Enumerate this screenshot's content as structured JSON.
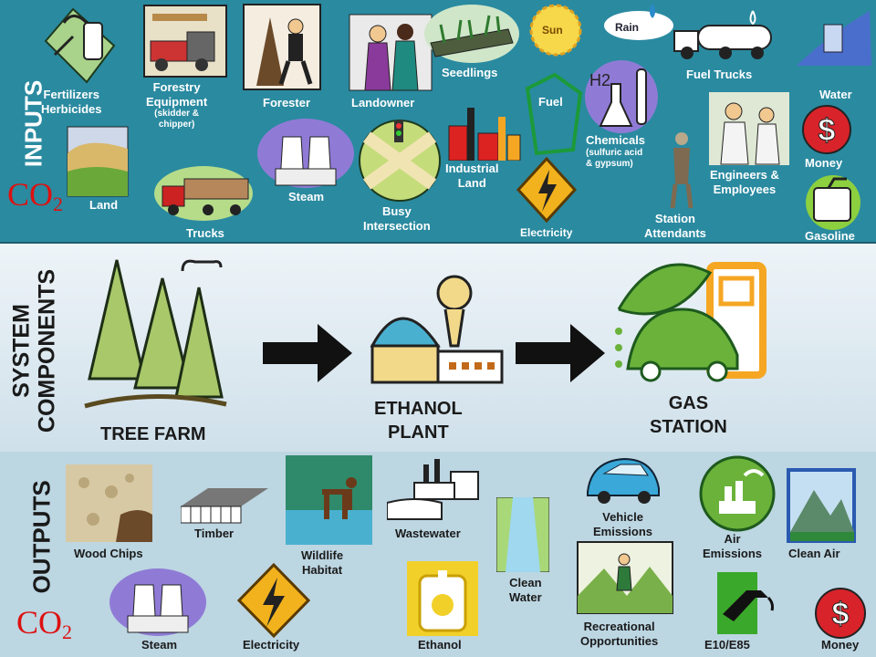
{
  "colors": {
    "inputs_bg": "#2a8aa0",
    "outputs_bg": "#bcd6e2",
    "co2": "#dd1111"
  },
  "inputs": {
    "section_title": "INPUTS",
    "co2_main": "CO",
    "co2_sub": "2",
    "fertilizers": "Fertilizers",
    "herbicides": "Herbicides",
    "forestry_equipment": "Forestry",
    "forestry_equipment_2": "Equipment",
    "forestry_sub": "(skidder &",
    "forestry_sub_2": "chipper)",
    "forester": "Forester",
    "landowner": "Landowner",
    "seedlings": "Seedlings",
    "sun": "Sun",
    "rain": "Rain",
    "fuel_trucks": "Fuel Trucks",
    "water": "Water",
    "land": "Land",
    "trucks": "Trucks",
    "steam": "Steam",
    "busy_intersection": "Busy",
    "busy_intersection_2": "Intersection",
    "industrial_land": "Industrial",
    "industrial_land_2": "Land",
    "fuel": "Fuel",
    "electricity": "Electricity",
    "chemicals": "Chemicals",
    "chemicals_sub": "(sulfuric acid",
    "chemicals_sub_2": "& gypsum)",
    "station_attendants": "Station",
    "station_attendants_2": "Attendants",
    "engineers": "Engineers &",
    "engineers_2": "Employees",
    "money": "Money",
    "gasoline": "Gasoline"
  },
  "system": {
    "section_title": "SYSTEM",
    "section_title_2": "COMPONENTS",
    "tree_farm": "TREE FARM",
    "ethanol_plant": "ETHANOL",
    "ethanol_plant_2": "PLANT",
    "gas_station": "GAS",
    "gas_station_2": "STATION"
  },
  "outputs": {
    "section_title": "OUTPUTS",
    "co2_main": "CO",
    "co2_sub": "2",
    "wood_chips": "Wood Chips",
    "timber": "Timber",
    "wildlife": "Wildlife",
    "wildlife_2": "Habitat",
    "wastewater": "Wastewater",
    "clean_water": "Clean",
    "clean_water_2": "Water",
    "vehicle_emissions": "Vehicle",
    "vehicle_emissions_2": "Emissions",
    "air_emissions": "Air",
    "air_emissions_2": "Emissions",
    "clean_air": "Clean Air",
    "steam": "Steam",
    "electricity": "Electricity",
    "ethanol": "Ethanol",
    "recreational": "Recreational",
    "recreational_2": "Opportunities",
    "e10": "E10/E85",
    "money": "Money"
  }
}
